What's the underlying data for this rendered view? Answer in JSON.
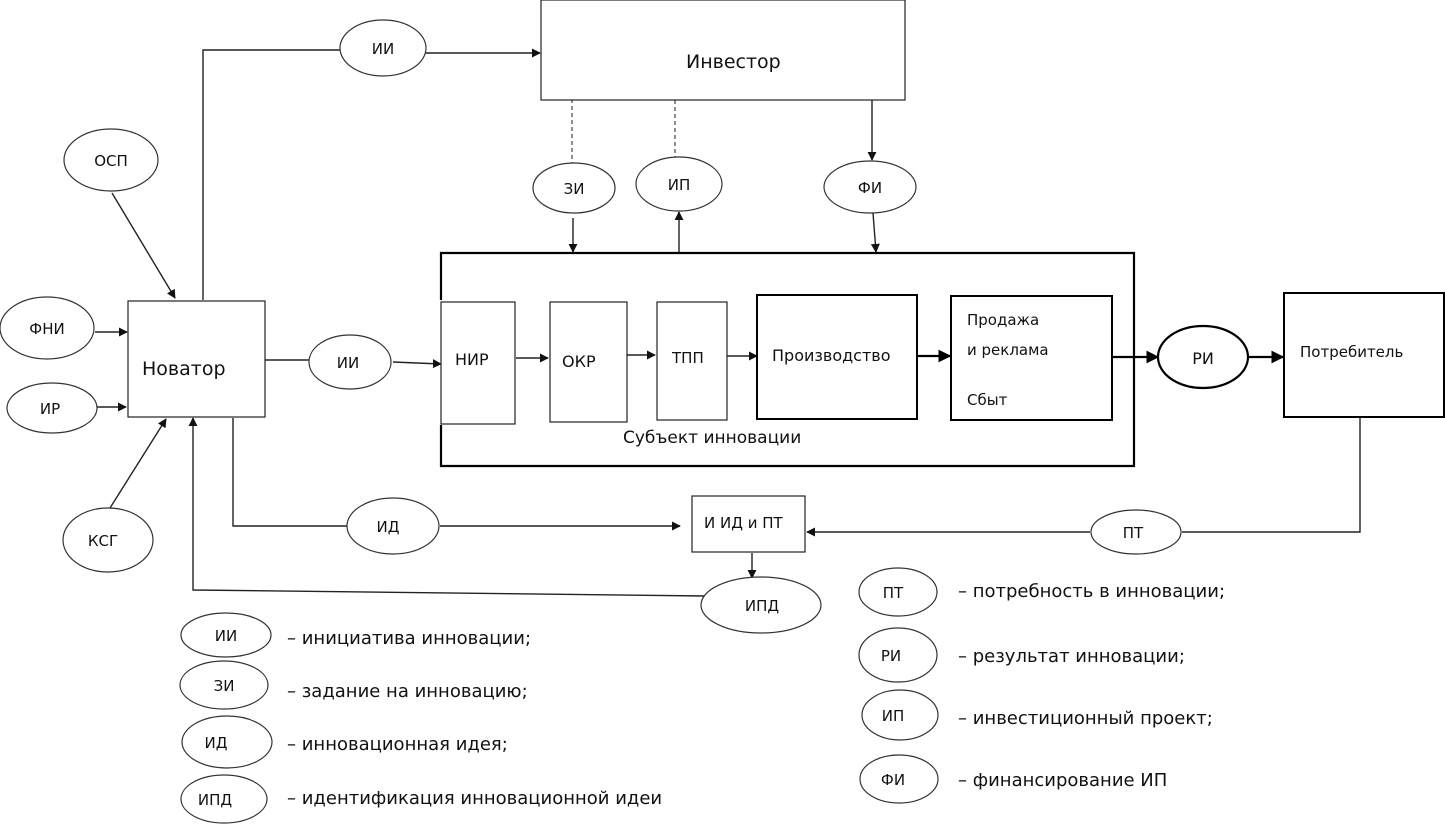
{
  "diagram": {
    "actors": {
      "investor": "Инвестор",
      "innovator": "Новатор",
      "consumer": "Потребитель",
      "identification_box": "И ИД и ПТ"
    },
    "subject": {
      "caption": "Субъект инновации",
      "stages": {
        "nir": "НИР",
        "okr": "ОКР",
        "tpp": "ТПП",
        "production": "Производство",
        "sales_line1": "Продажа",
        "sales_line2": "и реклама",
        "sales_line3": "Сбыт"
      }
    },
    "flows": {
      "ii_top": "ИИ",
      "ii_mid": "ИИ",
      "zi": "ЗИ",
      "ip": "ИП",
      "fi": "ФИ",
      "ri": "РИ",
      "pt": "ПТ",
      "id": "ИД",
      "ipd": "ИПД",
      "osp": "ОСП",
      "fni": "ФНИ",
      "ir": "ИР",
      "ksg": "КСГ"
    },
    "legend_left": [
      {
        "abbr": "ИИ",
        "text": "– инициатива инновации;"
      },
      {
        "abbr": "ЗИ",
        "text": "– задание на инновацию;"
      },
      {
        "abbr": "ИД",
        "text": "– инновационная идея;"
      },
      {
        "abbr": "ИПД",
        "text": "– идентификация инновационной идеи"
      }
    ],
    "legend_right": [
      {
        "abbr": "ПТ",
        "text": "– потребность в инновации;"
      },
      {
        "abbr": "РИ",
        "text": "– результат инновации;"
      },
      {
        "abbr": "ИП",
        "text": "– инвестиционный проект;"
      },
      {
        "abbr": "ФИ",
        "text": "– финансирование ИП"
      }
    ]
  }
}
